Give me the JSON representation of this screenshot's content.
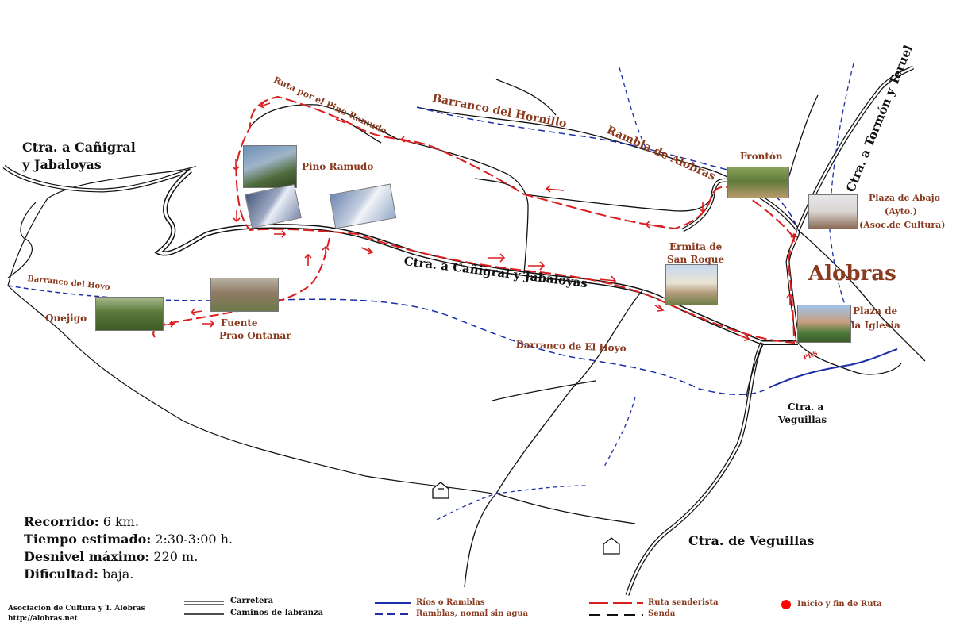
{
  "map": {
    "labels": {
      "road_canigral_top": "Ctra. a Cañigral",
      "road_canigral_top2": "y Jabaloyas",
      "road_canigral_main": "Ctra. a Cañigral y Jabaloyas",
      "road_tormon": "Ctra. a Tormón y Teruel",
      "road_veguillas_small": "Ctra. a",
      "road_veguillas_small2": "Veguillas",
      "road_veguillas": "Ctra. de Veguillas",
      "ruta_pino": "Ruta por el Pino Ramudo",
      "barranco_hornillo": "Barranco del Hornillo",
      "rambla_alobras": "Rambla de Alobras",
      "barranco_hoyo_left": "Barranco del Hoyo",
      "barranco_el_hoyo": "Barranco de El Hoyo",
      "pino_ramudo": "Pino Ramudo",
      "fronton": "Frontón",
      "ermita": "Ermita de",
      "ermita2": "San Roque",
      "plaza_abajo": "Plaza de Abajo",
      "plaza_abajo2": "(Ayto.)",
      "plaza_abajo3": "(Asoc.de Cultura)",
      "plaza_iglesia": "Plaza de",
      "plaza_iglesia2": "la Iglesia",
      "alobras": "Alobras",
      "quejigo": "Quejigo",
      "fuente": "Fuente",
      "fuente2": "Prao Ontanar",
      "prs": "PRS"
    },
    "stats": {
      "recorrido_label": "Recorrido:",
      "recorrido_value": "6 km.",
      "tiempo_label": "Tiempo estimado:",
      "tiempo_value": "2:30-3:00 h.",
      "desnivel_label": "Desnivel máximo:",
      "desnivel_value": "220 m.",
      "dificultad_label": "Dificultad:",
      "dificultad_value": "baja."
    },
    "legend": {
      "carretera": "Carretera",
      "caminos": "Caminos de labranza",
      "rios": "Ríos o Ramblas",
      "ramblas": "Ramblas, nomal sin agua",
      "ruta": "Ruta senderista",
      "senda": "Senda",
      "inicio": "Inicio y fin de Ruta"
    },
    "footer": {
      "line1": "Asociación de Cultura y T. Alobras",
      "line2": "http://alobras.net"
    },
    "colors": {
      "route": "#d91f1f",
      "river": "#1a2fa8",
      "road": "#111111",
      "label_brown": "#8a3a1e",
      "start_point": "#ff0000"
    }
  }
}
